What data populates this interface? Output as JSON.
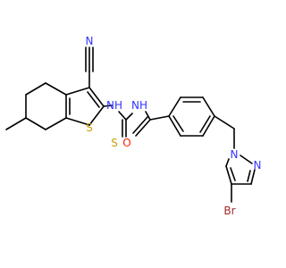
{
  "molecule": {
    "atom_labels": {
      "n_nitrile": "N",
      "s_thiophene": "S",
      "nh_left": "NH",
      "nh_right": "NH",
      "s_thione": "S",
      "o_carbonyl": "O",
      "n1_pyrazole": "N",
      "n2_pyrazole": "N",
      "br": "Br"
    },
    "colors": {
      "bond": "#000000",
      "nitrogen": "#3333ff",
      "sulfur": "#c8a000",
      "oxygen": "#ff2200",
      "bromine": "#a52a2a"
    }
  }
}
